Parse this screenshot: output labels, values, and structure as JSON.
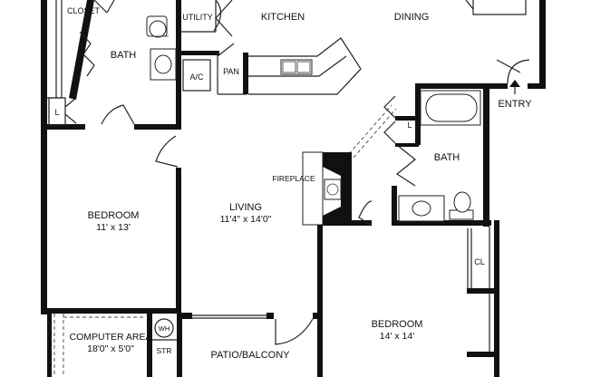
{
  "rooms": {
    "closet": {
      "name": "CLOSET"
    },
    "bath1": {
      "name": "BATH"
    },
    "utility": {
      "name": "UTILITY"
    },
    "kitchen": {
      "name": "KITCHEN"
    },
    "dining": {
      "name": "DINING"
    },
    "ac": {
      "name": "A/C"
    },
    "pan": {
      "name": "PAN"
    },
    "linen1": {
      "name": "L"
    },
    "entry": {
      "name": "ENTRY"
    },
    "linen2": {
      "name": "L"
    },
    "bath2": {
      "name": "BATH"
    },
    "fireplace": {
      "name": "FIREPLACE"
    },
    "bedroom1": {
      "name": "BEDROOM",
      "size": "11' x 13'"
    },
    "living": {
      "name": "LIVING",
      "size": "11'4\" x 14'0\""
    },
    "cl": {
      "name": "CL"
    },
    "bedroom2": {
      "name": "BEDROOM",
      "size": "14' x 14'"
    },
    "computer": {
      "name": "COMPUTER AREA",
      "size": "18'0\" x 5'0\""
    },
    "wh": {
      "name": "WH"
    },
    "str": {
      "name": "STR"
    },
    "patio": {
      "name": "PATIO/BALCONY"
    }
  }
}
